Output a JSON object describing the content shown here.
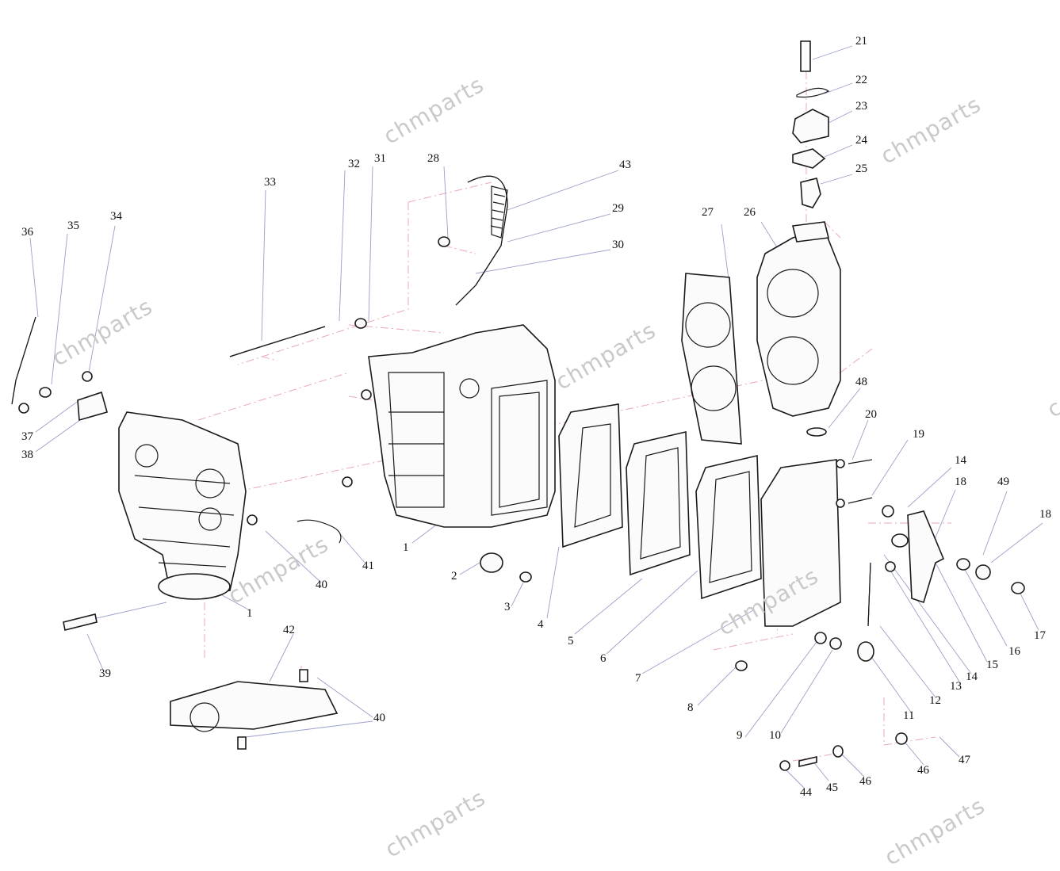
{
  "watermark": "chmparts",
  "watermarks": [
    "chmparts",
    "chmparts",
    "chmparts",
    "chmparts",
    "chmparts",
    "chmparts",
    "chmparts",
    "c"
  ],
  "callouts": [
    "21",
    "22",
    "23",
    "24",
    "25",
    "43",
    "29",
    "30",
    "28",
    "31",
    "32",
    "33",
    "34",
    "35",
    "36",
    "37",
    "38",
    "27",
    "26",
    "48",
    "20",
    "19",
    "14",
    "18",
    "49",
    "18",
    "1",
    "2",
    "3",
    "4",
    "5",
    "6",
    "7",
    "41",
    "40",
    "1",
    "39",
    "42",
    "40",
    "8",
    "9",
    "10",
    "11",
    "12",
    "13",
    "14",
    "15",
    "16",
    "17",
    "46",
    "47",
    "44",
    "45",
    "46"
  ]
}
